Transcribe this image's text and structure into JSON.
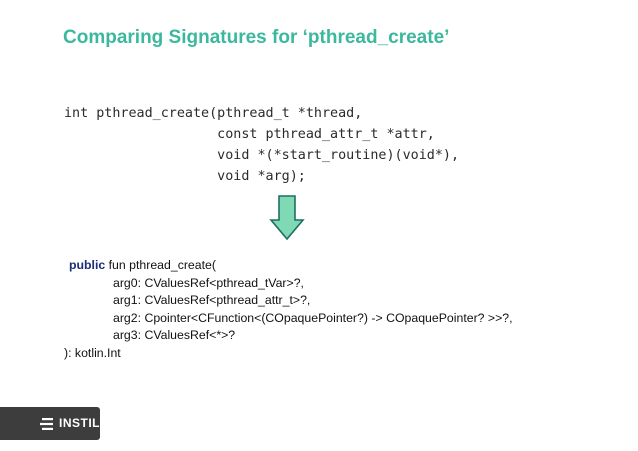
{
  "slide": {
    "title": "Comparing Signatures for ‘pthread_create’",
    "c_signature": [
      "int pthread_create(pthread_t *thread,",
      "                   const pthread_attr_t *attr,",
      "                   void *(*start_routine)(void*),",
      "                   void *arg);"
    ],
    "kotlin_signature": {
      "keyword": "public",
      "header_rest": " fun pthread_create(",
      "args": [
        "arg0: CValuesRef<pthread_tVar>?,",
        "arg1: CValuesRef<pthread_attr_t>?,",
        "arg2: Cpointer<CFunction<(COpaquePointer?) -> COpaquePointer? >>?,",
        "arg3: CValuesRef<*>?"
      ],
      "closing": "): kotlin.Int"
    },
    "arrow_icon": "down-arrow-icon",
    "footer": {
      "logo_text": "INSTIL"
    },
    "colors": {
      "title": "#3cb89e",
      "keyword": "#1c2e78",
      "arrow_fill": "#7ed9b4",
      "arrow_stroke": "#1f6f62",
      "footer_bar": "#3d3d3d"
    }
  }
}
